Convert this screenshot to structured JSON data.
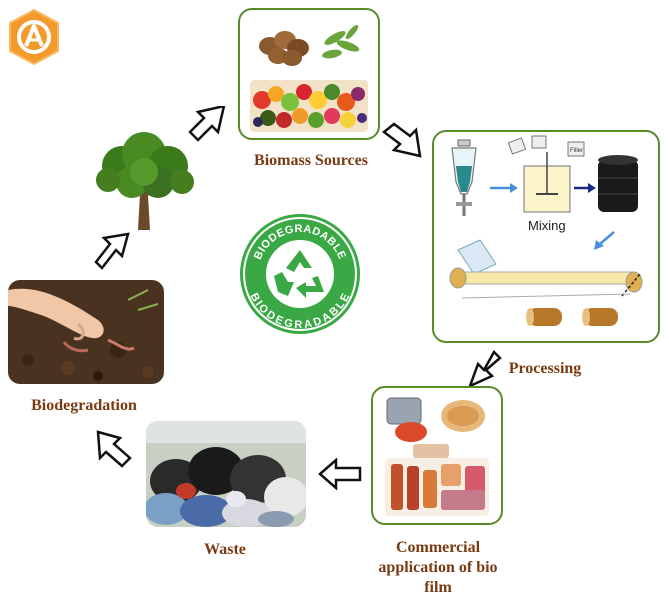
{
  "labels": {
    "biomass": "Biomass Sources",
    "processing": "Processing",
    "mixing": "Mixing",
    "filler": "Filler",
    "commercial_line1": "Commercial",
    "commercial_line2": "application of bio",
    "commercial_line3": "film",
    "waste": "Waste",
    "biodegradation": "Biodegradation"
  },
  "badge": {
    "top_text": "BIODEGRADABLE",
    "bottom_text": "BIODEGRADABLE"
  },
  "colors": {
    "label": "#7a3a12",
    "box_border": "#5a8a2a",
    "badge_green": "#3aa845",
    "logo_orange": "#f39a2c"
  }
}
